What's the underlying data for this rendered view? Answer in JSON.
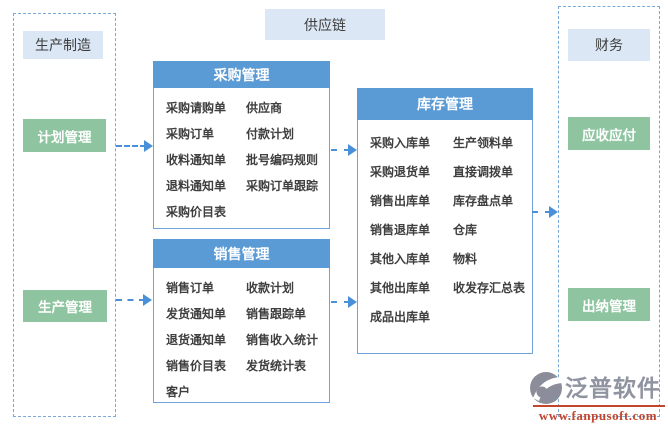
{
  "diagram": {
    "supply_chain_label": "供应链",
    "left_group": {
      "title": "生产制造",
      "items": [
        "计划管理",
        "生产管理"
      ]
    },
    "right_group": {
      "title": "财务",
      "items": [
        "应收应付",
        "出纳管理"
      ]
    },
    "modules": [
      {
        "title": "采购管理",
        "left_items": [
          "采购请购单",
          "采购订单",
          "收料通知单",
          "退料通知单",
          "采购价目表"
        ],
        "right_items": [
          "供应商",
          "付款计划",
          "批号编码规则",
          "采购订单跟踪"
        ]
      },
      {
        "title": "销售管理",
        "left_items": [
          "销售订单",
          "发货通知单",
          "退货通知单",
          "销售价目表",
          "客户"
        ],
        "right_items": [
          "收款计划",
          "销售跟踪单",
          "销售收入统计",
          "发货统计表"
        ]
      },
      {
        "title": "库存管理",
        "left_items": [
          "采购入库单",
          "采购退货单",
          "销售出库单",
          "销售退库单",
          "其他入库单",
          "其他出库单",
          "成品出库单"
        ],
        "right_items": [
          "生产领料单",
          "直接调拨单",
          "库存盘点单",
          "仓库",
          "物料",
          "收发存汇总表"
        ]
      }
    ],
    "colors": {
      "module_header": "#5b9bd5",
      "module_border": "#6fa3dc",
      "light_chip": "#dbe7f5",
      "green_chip": "#8ec5a0",
      "arrow": "#4a90d9",
      "dashed_border": "#7aa9d8",
      "logo_gray": "#9094a1",
      "logo_red": "#c2452f"
    }
  },
  "branding": {
    "logo_text": "泛普软件",
    "website": "www.fanpusoft.com"
  }
}
